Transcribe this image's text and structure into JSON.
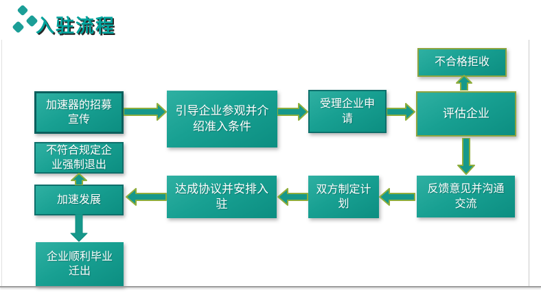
{
  "header": {
    "title": "入驻流程",
    "logo": "three-diamonds-icon"
  },
  "colors": {
    "teal": "#16988b",
    "teal_dark_border": "#0b5f5d",
    "olive_border": "#8da43e",
    "title_teal": "#00a39c",
    "box_gradient_start": "#2fb0a2",
    "box_gradient_end": "#0c8e81",
    "text_white": "#ffffff"
  },
  "flowchart": {
    "boxes": {
      "recruit": {
        "label": "加速器的招募\n宣传"
      },
      "guide": {
        "label": "引导企业参观并介\n绍准入条件"
      },
      "accept": {
        "label": "受理企业申\n请"
      },
      "evaluate": {
        "label": "评估企业"
      },
      "reject": {
        "label": "不合格拒收"
      },
      "feedback": {
        "label": "反馈意见并沟通\n交流"
      },
      "plan": {
        "label": "双方制定计\n划"
      },
      "agreement": {
        "label": "达成协议并安排入\n驻"
      },
      "forced_exit": {
        "label": "不符合规定企\n业强制退出"
      },
      "accelerate": {
        "label": "加速发展"
      },
      "graduate": {
        "label": "企业顺利毕业\n迁出"
      }
    }
  }
}
